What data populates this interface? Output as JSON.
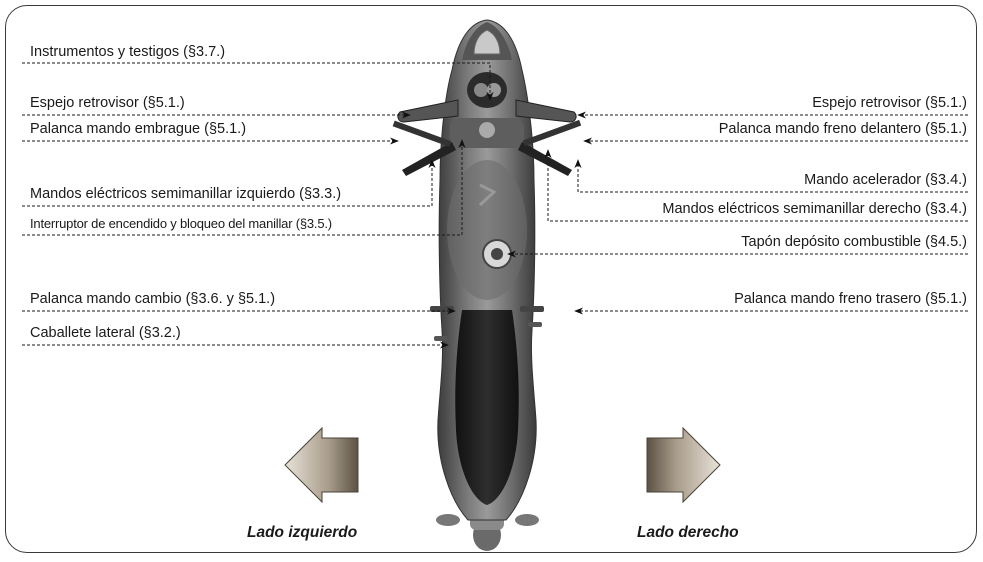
{
  "labels_left": [
    "Instrumentos y testigos (§3.7.)",
    "Espejo retrovisor (§5.1.)",
    "Palanca mando embrague (§5.1.)",
    "Mandos eléctricos semimanillar izquierdo (§3.3.)",
    "Interruptor de encendido y bloqueo del manillar (§3.5.)",
    "Palanca mando cambio (§3.6. y §5.1.)",
    "Caballete lateral (§3.2.)"
  ],
  "labels_right": [
    "Espejo retrovisor (§5.1.)",
    "Palanca mando freno delantero (§5.1.)",
    "Mando acelerador (§3.4.)",
    "Mandos eléctricos semimanillar derecho (§3.4.)",
    "Tapón depósito combustible (§4.5.)",
    "Palanca mando freno trasero (§5.1.)"
  ],
  "sides": {
    "left": "Lado izquierdo",
    "right": "Lado derecho"
  }
}
